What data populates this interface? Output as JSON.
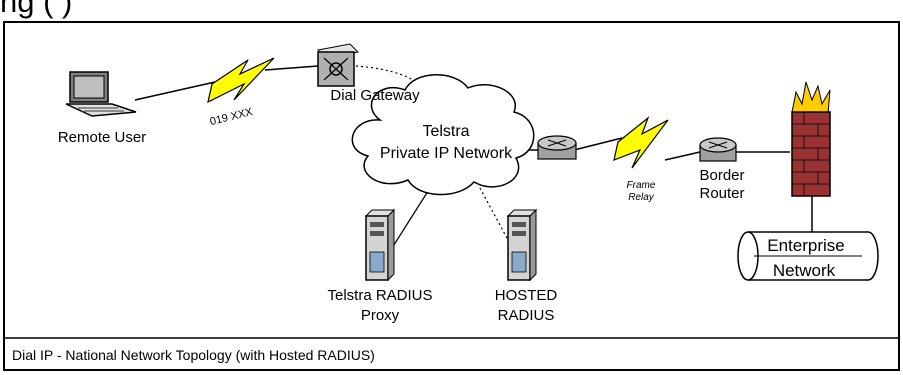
{
  "header_cutoff": "ng (                  )",
  "nodes": {
    "remote_user": "Remote User",
    "link_number": "019 XXX",
    "dial_gateway": "Dial Gateway",
    "cloud_line1": "Telstra",
    "cloud_line2": "Private IP Network",
    "frame_relay_line1": "Frame",
    "frame_relay_line2": "Relay",
    "border_router_line1": "Border",
    "border_router_line2": "Router",
    "radius_proxy_line1": "Telstra RADIUS",
    "radius_proxy_line2": "Proxy",
    "hosted_radius_line1": "HOSTED",
    "hosted_radius_line2": "RADIUS",
    "enterprise_line1": "Enterprise",
    "enterprise_line2": "Network"
  },
  "caption": "Dial IP - National Network Topology (with Hosted RADIUS)",
  "colors": {
    "lightning": "#ffff00",
    "firewall_flame": "#ffcc00",
    "firewall_body": "#993333",
    "router": "#c0c0c0",
    "frame": "#000000"
  }
}
